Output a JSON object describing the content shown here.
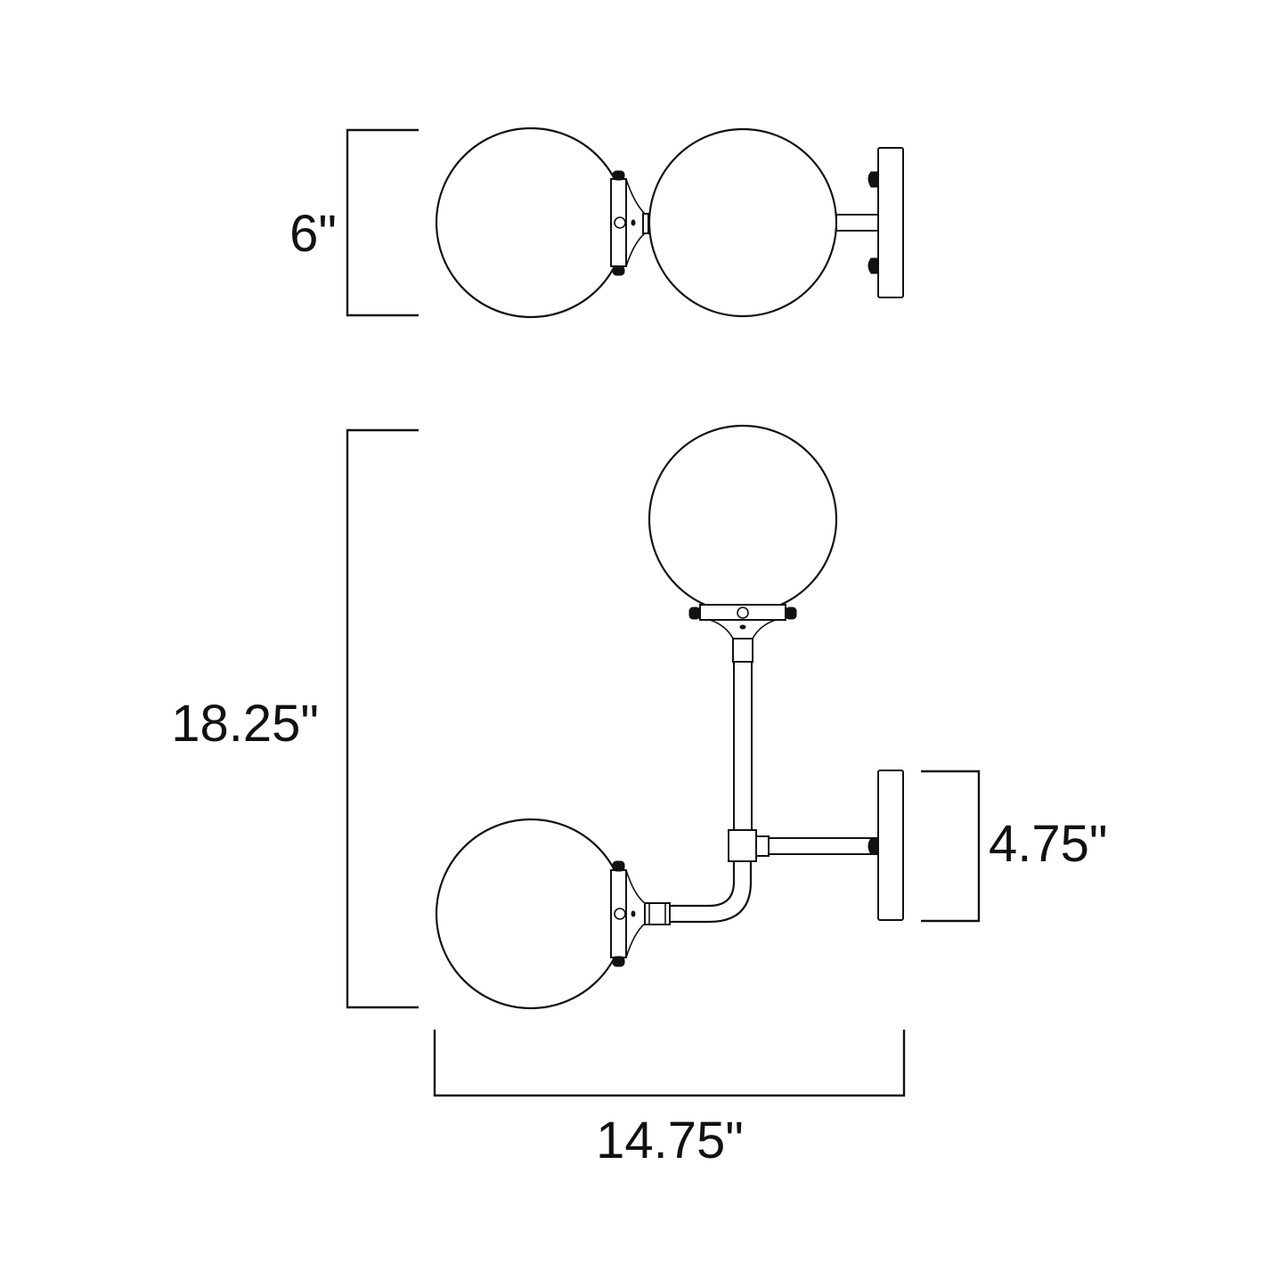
{
  "diagram": {
    "title": "Two-light globe wall sconce dimension drawing",
    "views": [
      {
        "name": "top-view",
        "description": "Top view: two globes side by side with wall backplate on the right"
      },
      {
        "name": "front-view",
        "description": "Front view: upper globe on vertical stem, lower globe on bent arm, backplate on right"
      }
    ],
    "dimensions": {
      "depth": "6\"",
      "height": "18.25\"",
      "backplate_height": "4.75\"",
      "width": "14.75\""
    },
    "line_color": "#111111",
    "background_color": "#ffffff"
  }
}
